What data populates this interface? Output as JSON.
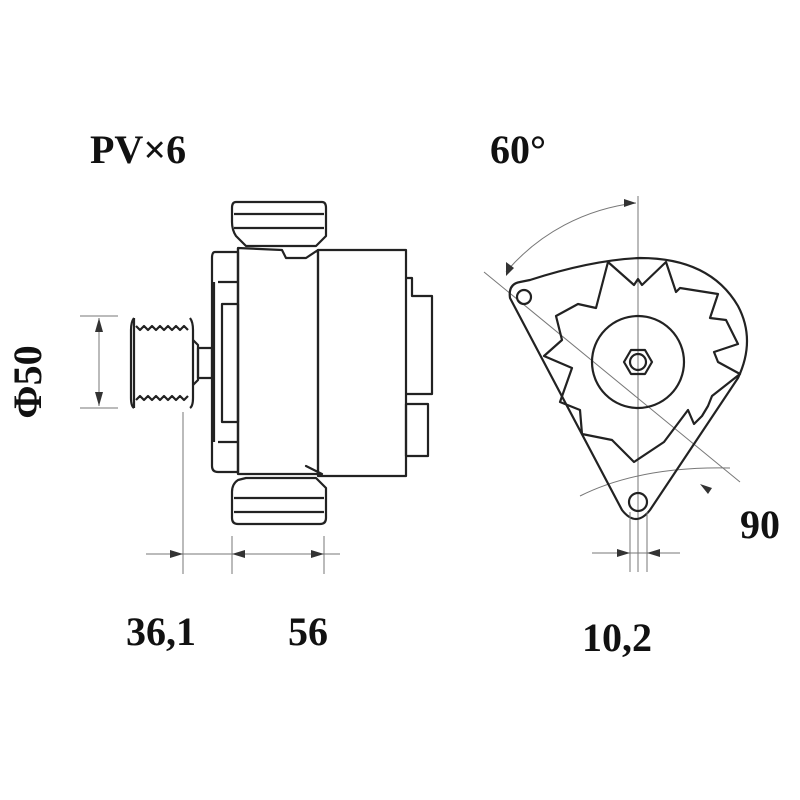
{
  "labels": {
    "pulley": "PV×6",
    "angle": "60°",
    "diameter": "Φ50",
    "dim_pulley_offset": "36,1",
    "dim_body_flange": "56",
    "dim_radius": "90",
    "dim_slot": "10,2"
  },
  "views": {
    "side": "alternator-side-view",
    "front": "alternator-front-view"
  }
}
